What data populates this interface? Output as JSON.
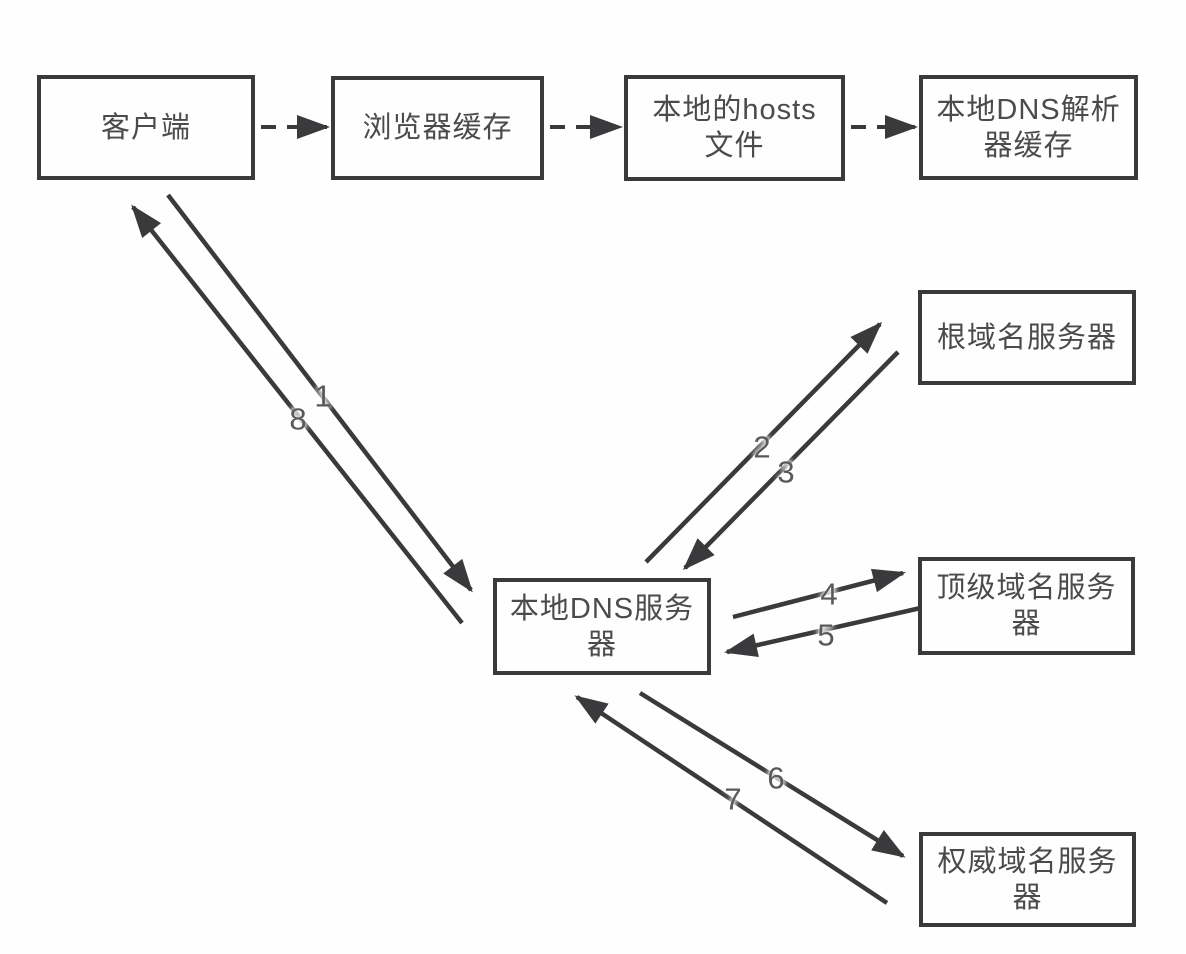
{
  "diagram_type": "dns-resolution-flow",
  "colors": {
    "stroke": "#3a3a3c",
    "node_text": "#4b4b4d",
    "step_text": "#59595b",
    "background": "#fefefe"
  },
  "nodes": {
    "client": {
      "line1": "客户端"
    },
    "browser_cache": {
      "line1": "浏览器缓存"
    },
    "hosts_file": {
      "line1": "本地的hosts",
      "line2": "文件"
    },
    "resolver_cache": {
      "line1": "本地DNS解析",
      "line2": "器缓存"
    },
    "local_dns": {
      "line1": "本地DNS服务",
      "line2": "器"
    },
    "root_server": {
      "line1": "根域名服务器"
    },
    "tld_server": {
      "line1": "顶级域名服务",
      "line2": "器"
    },
    "auth_server": {
      "line1": "权威域名服务",
      "line2": "器"
    }
  },
  "steps": {
    "n1": "1",
    "n2": "2",
    "n3": "3",
    "n4": "4",
    "n5": "5",
    "n6": "6",
    "n7": "7",
    "n8": "8"
  }
}
